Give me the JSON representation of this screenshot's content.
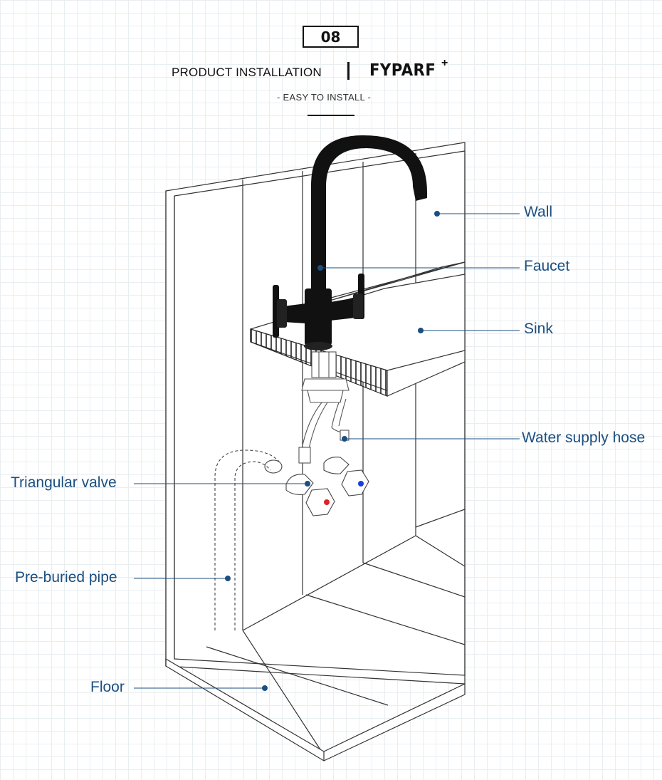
{
  "header": {
    "step_number": "08",
    "title": "PRODUCT INSTALLATION",
    "brand": "FYPARF",
    "brand_mark": "+",
    "subtitle": "- EASY TO INSTALL -"
  },
  "labels": {
    "wall": "Wall",
    "faucet": "Faucet",
    "sink": "Sink",
    "water_supply_hose": "Water supply hose",
    "triangular_valve": "Triangular valve",
    "pre_buried_pipe": "Pre-buried pipe",
    "floor": "Floor"
  },
  "colors": {
    "callout": "#1a4f80",
    "hot_valve": "#e0202a",
    "cold_valve": "#1b3fd6",
    "faucet_body": "#111111"
  }
}
